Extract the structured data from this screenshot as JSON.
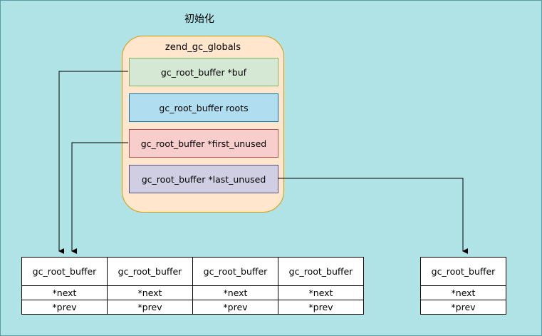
{
  "title": "初始化",
  "globals": {
    "title": "zend_gc_globals",
    "fields": [
      "gc_root_buffer *buf",
      "gc_root_buffer roots",
      "gc_root_buffer *first_unused",
      "gc_root_buffer *last_unused"
    ]
  },
  "buffers": [
    {
      "name": "gc_root_buffer",
      "next": "*next",
      "prev": "*prev"
    },
    {
      "name": "gc_root_buffer",
      "next": "*next",
      "prev": "*prev"
    },
    {
      "name": "gc_root_buffer",
      "next": "*next",
      "prev": "*prev"
    },
    {
      "name": "gc_root_buffer",
      "next": "*next",
      "prev": "*prev"
    }
  ],
  "last_buffer": {
    "name": "gc_root_buffer",
    "next": "*next",
    "prev": "*prev"
  },
  "colors": {
    "background": "#b0e3e6",
    "globals_fill": "#ffe6cc",
    "globals_stroke": "#d79b00",
    "buf_fill": "#d5e8d4",
    "roots_fill": "#b1ddf0",
    "first_unused_fill": "#f8cecc",
    "last_unused_fill": "#d0cee2"
  }
}
